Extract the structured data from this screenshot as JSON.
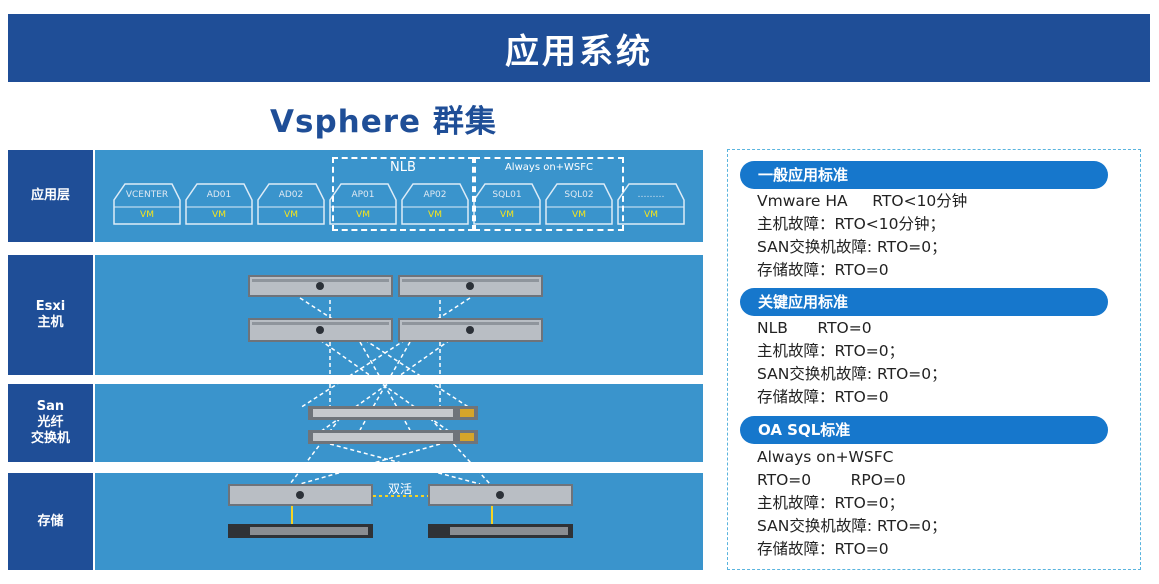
{
  "banner": {
    "title": "应用系统"
  },
  "subtitle": "Vsphere 群集",
  "layers": {
    "app": "应用层",
    "esxi": "Esxi\n主机",
    "san": "San\n光纤\n交换机",
    "storage": "存储"
  },
  "vms": [
    {
      "name": "VCENTER",
      "tag": "VM"
    },
    {
      "name": "AD01",
      "tag": "VM"
    },
    {
      "name": "AD02",
      "tag": "VM"
    },
    {
      "name": "AP01",
      "tag": "VM"
    },
    {
      "name": "AP02",
      "tag": "VM"
    },
    {
      "name": "SQL01",
      "tag": "VM"
    },
    {
      "name": "SQL02",
      "tag": "VM"
    },
    {
      "name": "………",
      "tag": "VM"
    }
  ],
  "groups": {
    "nlb": "NLB",
    "wsfc": "Always on+WSFC"
  },
  "storage_link": "双活",
  "colors": {
    "banner": "#1f4e97",
    "layer_bg": "#3a94cc",
    "pill": "#1677cc",
    "vm_tag": "#f7e51a"
  },
  "sections": [
    {
      "title": "一般应用标准",
      "lines": [
        "Vmware HA     RTO<10分钟",
        "主机故障：RTO<10分钟；",
        "SAN交换机故障: RTO=0；",
        "存储故障：RTO=0"
      ]
    },
    {
      "title": "关键应用标准",
      "lines": [
        "NLB      RTO=0",
        "主机故障：RTO=0；",
        "SAN交换机故障: RTO=0；",
        "存储故障：RTO=0"
      ]
    },
    {
      "title": "OA SQL标准",
      "lines": [
        "Always on+WSFC",
        "RTO=0        RPO=0",
        "主机故障：RTO=0；",
        "SAN交换机故障: RTO=0；",
        "存储故障：RTO=0"
      ]
    }
  ]
}
